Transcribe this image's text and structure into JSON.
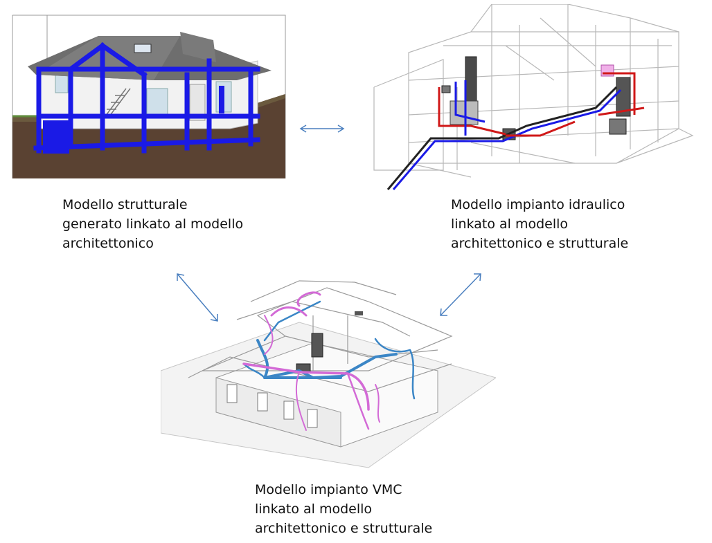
{
  "figures": {
    "structural": {
      "caption": [
        "Modello strutturale",
        "generato linkato al modello",
        "architettonico"
      ]
    },
    "hydraulic": {
      "caption": [
        "Modello impianto idraulico",
        "linkato al modello",
        "architettonico e strutturale"
      ]
    },
    "vmc": {
      "caption": [
        "Modello impianto VMC",
        "linkato al modello",
        "architettonico e strutturale"
      ]
    }
  },
  "colors": {
    "structure_blue": "#1a1ae6",
    "ground_brown": "#5a4232",
    "roof_gray": "#6e6e6e",
    "arrow_blue": "#4a7fbf",
    "duct_magenta": "#d36ad6",
    "duct_cyan": "#3b86c6",
    "pipe_red": "#d01818",
    "pipe_dark": "#222222"
  },
  "icons": [
    "double-arrow-icon"
  ]
}
